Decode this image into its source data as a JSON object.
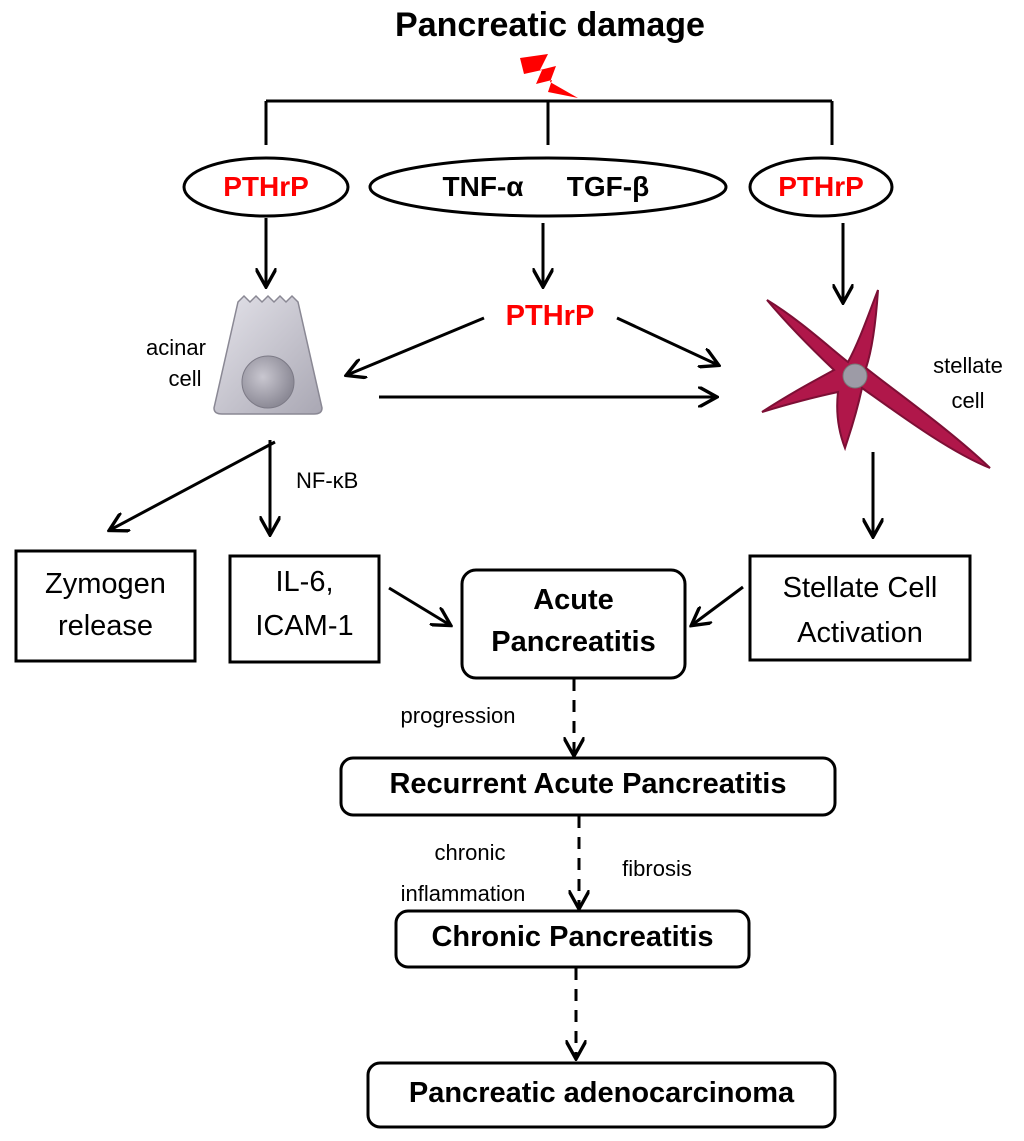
{
  "title": "Pancreatic damage",
  "ovals": {
    "left": "PTHrP",
    "right": "PTHrP",
    "center_a": "TNF-α",
    "center_b": "TGF-β"
  },
  "center_pthrp": "PTHrP",
  "cells": {
    "acinar_line1": "acinar",
    "acinar_line2": "cell",
    "stellate_line1": "stellate",
    "stellate_line2": "cell"
  },
  "edge_labels": {
    "nfkb": "NF-κB",
    "progression": "progression",
    "chronic_line1": "chronic",
    "chronic_line2": "inflammation",
    "fibrosis": "fibrosis"
  },
  "boxes": {
    "zymogen_line1": "Zymogen",
    "zymogen_line2": "release",
    "il6_line1": "IL-6,",
    "il6_line2": "ICAM-1",
    "stellate_act_line1": "Stellate Cell",
    "stellate_act_line2": "Activation",
    "acute_line1": "Acute",
    "acute_line2": "Pancreatitis",
    "recurrent": "Recurrent Acute Pancreatitis",
    "chronic": "Chronic Pancreatitis",
    "adenocarcinoma": "Pancreatic adenocarcinoma"
  },
  "colors": {
    "highlight_red": "#ff0000",
    "stellate_fill": "#b0174a",
    "acinar_fill": "#c8c7cf",
    "nucleus": "#9d9ba6"
  }
}
